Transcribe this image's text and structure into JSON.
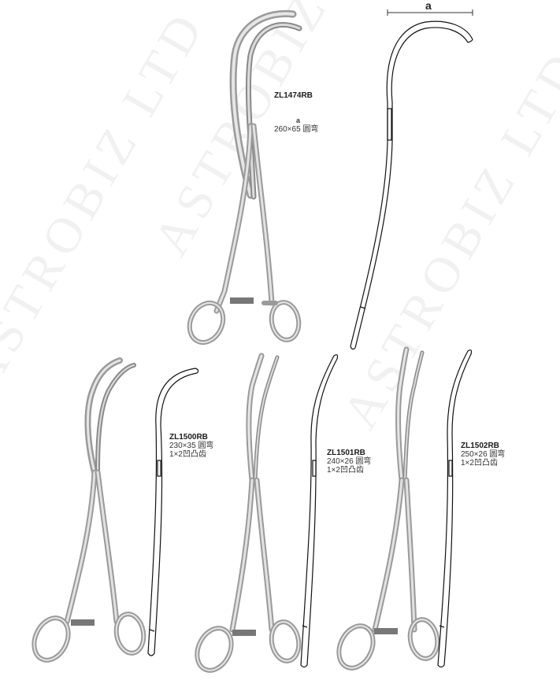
{
  "watermark": {
    "text": "ASTROBIZ LTD",
    "color": "#f1f1f1"
  },
  "dimension_label": "a",
  "products": [
    {
      "code": "ZL1474RB",
      "dim_header": "a",
      "size": "260×65",
      "shape": "圆弯",
      "teeth": ""
    },
    {
      "code": "ZL1500RB",
      "size": "230×35",
      "shape": "圆弯",
      "teeth": "1×2凹凸齿"
    },
    {
      "code": "ZL1501RB",
      "size": "240×26",
      "shape": "圆弯",
      "teeth": "1×2凹凸齿"
    },
    {
      "code": "ZL1502RB",
      "size": "250×26",
      "shape": "圆弯",
      "teeth": "1×2凹凸齿"
    }
  ],
  "colors": {
    "steel": "#c9c9c9",
    "steel_dark": "#8e8e8e",
    "outline": "#111111",
    "text": "#222222"
  }
}
